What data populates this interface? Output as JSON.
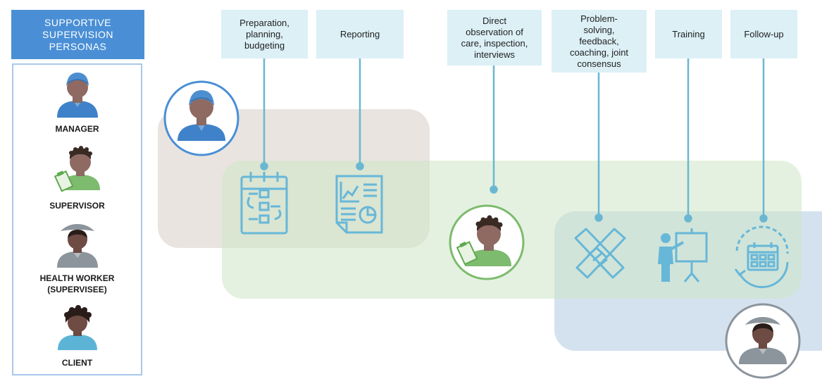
{
  "title": {
    "line1": "SUPPORTIVE",
    "line2": "SUPERVISION",
    "line3": "PERSONAS"
  },
  "personas": [
    {
      "label_line1": "MANAGER",
      "label_line2": ""
    },
    {
      "label_line1": "SUPERVISOR",
      "label_line2": ""
    },
    {
      "label_line1": "HEALTH WORKER",
      "label_line2": "(SUPERVISEE)"
    },
    {
      "label_line1": "CLIENT",
      "label_line2": ""
    }
  ],
  "steps": [
    {
      "lines": [
        "Preparation,",
        "planning,",
        "budgeting"
      ],
      "icon": "planning-board-icon"
    },
    {
      "lines": [
        "Reporting"
      ],
      "icon": "report-document-icon"
    },
    {
      "lines": [
        "Direct",
        "observation of",
        "care, inspection,",
        "interviews"
      ],
      "icon": "supervisor-avatar"
    },
    {
      "lines": [
        "Problem-",
        "solving,",
        "feedback,",
        "coaching, joint",
        "consensus"
      ],
      "icon": "handshake-icon"
    },
    {
      "lines": [
        "Training"
      ],
      "icon": "presentation-icon"
    },
    {
      "lines": [
        "Follow-up"
      ],
      "icon": "calendar-cycle-icon"
    }
  ],
  "colors": {
    "title_bg": "#4a8fd6",
    "manager_region": "#e9e4e0",
    "supervisor_region": "#e2efdf",
    "healthworker_region": "#d4e2f0",
    "step_box": "#dcf0f6",
    "connector": "#6ab7d2",
    "icon": "#67b7d8"
  }
}
